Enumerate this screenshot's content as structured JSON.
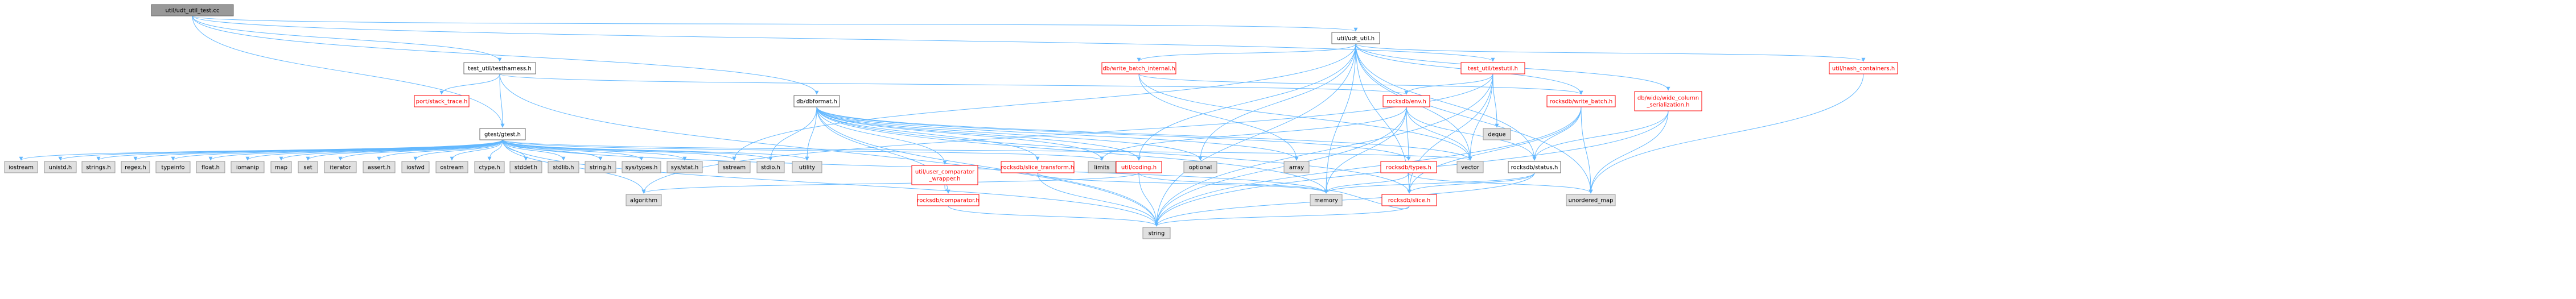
{
  "graph": {
    "edge_color": "#63b8ff",
    "colors": {
      "root_fill": "#999999",
      "root_border": "#666666",
      "file_fill": "#ffffff",
      "file_border": "#666666",
      "file_text": "#000000",
      "missing_text": "#ff0000",
      "missing_border": "#ff0000",
      "system_fill": "#e0e0e0",
      "system_border": "#999999"
    },
    "nodes": [
      {
        "id": "n0",
        "label": "util/udt_util_test.cc",
        "kind": "root"
      },
      {
        "id": "n1",
        "label": "test_util/testharness.h",
        "kind": "file"
      },
      {
        "id": "n2",
        "label": "port/stack_trace.h",
        "kind": "missing"
      },
      {
        "id": "n3",
        "label": "gtest/gtest.h",
        "kind": "file"
      },
      {
        "id": "n4",
        "label": "db/dbformat.h",
        "kind": "file"
      },
      {
        "id": "n5",
        "label": "util/udt_util.h",
        "kind": "file"
      },
      {
        "id": "n6",
        "label": "db/write_batch_internal.h",
        "kind": "missing"
      },
      {
        "id": "n7",
        "label": "test_util/testutil.h",
        "kind": "missing"
      },
      {
        "id": "n8",
        "label": "rocksdb/write_batch.h",
        "kind": "missing"
      },
      {
        "id": "n9",
        "label": "db/wide/wide_column\n_serialization.h",
        "kind": "missing"
      },
      {
        "id": "n10",
        "label": "util/hash_containers.h",
        "kind": "missing"
      },
      {
        "id": "n11",
        "label": "rocksdb/env.h",
        "kind": "missing"
      },
      {
        "id": "n12",
        "label": "rocksdb/status.h",
        "kind": "file"
      },
      {
        "id": "n13",
        "label": "rocksdb/types.h",
        "kind": "missing"
      },
      {
        "id": "n14",
        "label": "rocksdb/slice.h",
        "kind": "missing"
      },
      {
        "id": "n15",
        "label": "util/coding.h",
        "kind": "missing"
      },
      {
        "id": "n16",
        "label": "rocksdb/slice_transform.h",
        "kind": "missing"
      },
      {
        "id": "n17",
        "label": "util/user_comparator\n_wrapper.h",
        "kind": "missing"
      },
      {
        "id": "n18",
        "label": "rocksdb/comparator.h",
        "kind": "missing"
      },
      {
        "id": "s_iostream",
        "label": "iostream",
        "kind": "system"
      },
      {
        "id": "s_unistd",
        "label": "unistd.h",
        "kind": "system"
      },
      {
        "id": "s_strings",
        "label": "strings.h",
        "kind": "system"
      },
      {
        "id": "s_regex",
        "label": "regex.h",
        "kind": "system"
      },
      {
        "id": "s_typeinfo",
        "label": "typeinfo",
        "kind": "system"
      },
      {
        "id": "s_float",
        "label": "float.h",
        "kind": "system"
      },
      {
        "id": "s_iomanip",
        "label": "iomanip",
        "kind": "system"
      },
      {
        "id": "s_map",
        "label": "map",
        "kind": "system"
      },
      {
        "id": "s_set",
        "label": "set",
        "kind": "system"
      },
      {
        "id": "s_iterator",
        "label": "iterator",
        "kind": "system"
      },
      {
        "id": "s_assert",
        "label": "assert.h",
        "kind": "system"
      },
      {
        "id": "s_iosfwd",
        "label": "iosfwd",
        "kind": "system"
      },
      {
        "id": "s_ostream",
        "label": "ostream",
        "kind": "system"
      },
      {
        "id": "s_ctype",
        "label": "ctype.h",
        "kind": "system"
      },
      {
        "id": "s_stddef",
        "label": "stddef.h",
        "kind": "system"
      },
      {
        "id": "s_stdlib",
        "label": "stdlib.h",
        "kind": "system"
      },
      {
        "id": "s_string_h",
        "label": "string.h",
        "kind": "system"
      },
      {
        "id": "s_systypes",
        "label": "sys/types.h",
        "kind": "system"
      },
      {
        "id": "s_sysstat",
        "label": "sys/stat.h",
        "kind": "system"
      },
      {
        "id": "s_sstream",
        "label": "sstream",
        "kind": "system"
      },
      {
        "id": "s_stdio",
        "label": "stdio.h",
        "kind": "system"
      },
      {
        "id": "s_utility",
        "label": "utility",
        "kind": "system"
      },
      {
        "id": "s_limits",
        "label": "limits",
        "kind": "system"
      },
      {
        "id": "s_optional",
        "label": "optional",
        "kind": "system"
      },
      {
        "id": "s_array",
        "label": "array",
        "kind": "system"
      },
      {
        "id": "s_vector",
        "label": "vector",
        "kind": "system"
      },
      {
        "id": "s_deque",
        "label": "deque",
        "kind": "system"
      },
      {
        "id": "s_algorithm",
        "label": "algorithm",
        "kind": "system"
      },
      {
        "id": "s_memory",
        "label": "memory",
        "kind": "system"
      },
      {
        "id": "s_unordered_map",
        "label": "unordered_map",
        "kind": "system"
      },
      {
        "id": "s_string",
        "label": "string",
        "kind": "system"
      }
    ],
    "edges": [
      [
        "n0",
        "n1"
      ],
      [
        "n0",
        "n3"
      ],
      [
        "n0",
        "n4"
      ],
      [
        "n0",
        "n5"
      ],
      [
        "n0",
        "n7"
      ],
      [
        "n1",
        "n2"
      ],
      [
        "n1",
        "n3"
      ],
      [
        "n1",
        "n11"
      ],
      [
        "n1",
        "s_string"
      ],
      [
        "n3",
        "s_iostream"
      ],
      [
        "n3",
        "s_unistd"
      ],
      [
        "n3",
        "s_strings"
      ],
      [
        "n3",
        "s_regex"
      ],
      [
        "n3",
        "s_typeinfo"
      ],
      [
        "n3",
        "s_float"
      ],
      [
        "n3",
        "s_iomanip"
      ],
      [
        "n3",
        "s_map"
      ],
      [
        "n3",
        "s_set"
      ],
      [
        "n3",
        "s_iterator"
      ],
      [
        "n3",
        "s_assert"
      ],
      [
        "n3",
        "s_iosfwd"
      ],
      [
        "n3",
        "s_ostream"
      ],
      [
        "n3",
        "s_ctype"
      ],
      [
        "n3",
        "s_stddef"
      ],
      [
        "n3",
        "s_stdlib"
      ],
      [
        "n3",
        "s_string_h"
      ],
      [
        "n3",
        "s_systypes"
      ],
      [
        "n3",
        "s_sysstat"
      ],
      [
        "n3",
        "s_sstream"
      ],
      [
        "n3",
        "s_stdio"
      ],
      [
        "n3",
        "s_utility"
      ],
      [
        "n3",
        "s_limits"
      ],
      [
        "n3",
        "s_vector"
      ],
      [
        "n3",
        "s_algorithm"
      ],
      [
        "n3",
        "s_memory"
      ],
      [
        "n3",
        "s_string"
      ],
      [
        "n4",
        "s_stdio"
      ],
      [
        "n4",
        "s_utility"
      ],
      [
        "n4",
        "s_limits"
      ],
      [
        "n4",
        "s_optional"
      ],
      [
        "n4",
        "s_array"
      ],
      [
        "n4",
        "s_vector"
      ],
      [
        "n4",
        "s_memory"
      ],
      [
        "n4",
        "s_string"
      ],
      [
        "n4",
        "n15"
      ],
      [
        "n4",
        "n16"
      ],
      [
        "n4",
        "n17"
      ],
      [
        "n4",
        "n18"
      ],
      [
        "n4",
        "n13"
      ],
      [
        "n4",
        "n14"
      ],
      [
        "n5",
        "s_sstream"
      ],
      [
        "n5",
        "n15"
      ],
      [
        "n5",
        "s_optional"
      ],
      [
        "n5",
        "s_memory"
      ],
      [
        "n5",
        "s_vector"
      ],
      [
        "n5",
        "s_unordered_map"
      ],
      [
        "n5",
        "s_string"
      ],
      [
        "n5",
        "n6"
      ],
      [
        "n5",
        "n8"
      ],
      [
        "n5",
        "n9"
      ],
      [
        "n5",
        "n10"
      ],
      [
        "n5",
        "n12"
      ],
      [
        "n5",
        "n14"
      ],
      [
        "n6",
        "s_array"
      ],
      [
        "n6",
        "s_vector"
      ],
      [
        "n6",
        "n8"
      ],
      [
        "n7",
        "s_algorithm"
      ],
      [
        "n7",
        "s_deque"
      ],
      [
        "n7",
        "s_vector"
      ],
      [
        "n7",
        "s_string"
      ],
      [
        "n7",
        "n11"
      ],
      [
        "n7",
        "n14"
      ],
      [
        "n8",
        "n12"
      ],
      [
        "n8",
        "s_unordered_map"
      ],
      [
        "n8",
        "s_string"
      ],
      [
        "n8",
        "n14"
      ],
      [
        "n9",
        "n12"
      ],
      [
        "n9",
        "s_unordered_map"
      ],
      [
        "n9",
        "s_string"
      ],
      [
        "n10",
        "s_unordered_map"
      ],
      [
        "n11",
        "s_limits"
      ],
      [
        "n11",
        "s_vector"
      ],
      [
        "n11",
        "s_memory"
      ],
      [
        "n11",
        "s_string"
      ],
      [
        "n11",
        "n12"
      ],
      [
        "n11",
        "n13"
      ],
      [
        "n12",
        "n14"
      ],
      [
        "n12",
        "s_memory"
      ],
      [
        "n12",
        "s_string"
      ],
      [
        "n13",
        "s_memory"
      ],
      [
        "n13",
        "s_unordered_map"
      ],
      [
        "n13",
        "n14"
      ],
      [
        "n14",
        "s_memory"
      ],
      [
        "n14",
        "s_string"
      ],
      [
        "n15",
        "s_algorithm"
      ],
      [
        "n15",
        "s_memory"
      ],
      [
        "n15",
        "s_string"
      ],
      [
        "n16",
        "s_memory"
      ],
      [
        "n16",
        "s_string"
      ],
      [
        "n17",
        "n18"
      ],
      [
        "n18",
        "s_string"
      ]
    ]
  }
}
